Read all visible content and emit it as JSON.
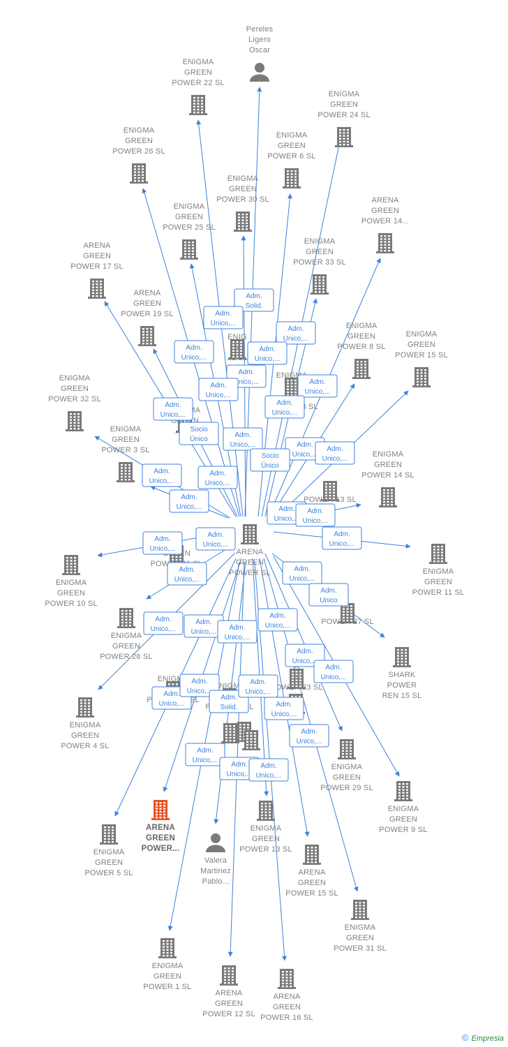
{
  "center": {
    "id": "center",
    "label": [
      "ARENA",
      "GREEN",
      "POWER  SL"
    ]
  },
  "people": [
    {
      "id": "p1",
      "label": [
        "Pereles",
        "Ligero",
        "Oscar"
      ]
    },
    {
      "id": "p2",
      "label": [
        "Valera",
        "Martinez",
        "Pablo..."
      ]
    }
  ],
  "companies": [
    {
      "id": "c22",
      "label": [
        "ENIGMA",
        "GREEN",
        "POWER 22  SL"
      ]
    },
    {
      "id": "c24",
      "label": [
        "ENIGMA",
        "GREEN",
        "POWER 24  SL"
      ]
    },
    {
      "id": "c26",
      "label": [
        "ENIGMA",
        "GREEN",
        "POWER 26  SL"
      ]
    },
    {
      "id": "c6",
      "label": [
        "ENIGMA",
        "GREEN",
        "POWER 6  SL"
      ]
    },
    {
      "id": "c30",
      "label": [
        "ENIGMA",
        "GREEN",
        "POWER 30  SL"
      ]
    },
    {
      "id": "a14a",
      "label": [
        "ARENA",
        "GREEN",
        "POWER 14..."
      ]
    },
    {
      "id": "c25",
      "label": [
        "ENIGMA",
        "GREEN",
        "POWER 25  SL"
      ]
    },
    {
      "id": "a17",
      "label": [
        "ARENA",
        "GREEN",
        "POWER 17  SL"
      ]
    },
    {
      "id": "c33",
      "label": [
        "ENIGMA",
        "GREEN",
        "POWER 33  SL"
      ]
    },
    {
      "id": "a19",
      "label": [
        "ARENA",
        "GREEN",
        "POWER 19  SL"
      ]
    },
    {
      "id": "c8",
      "label": [
        "ENIGMA",
        "GREEN",
        "POWER 8  SL"
      ]
    },
    {
      "id": "c15",
      "label": [
        "ENIGMA",
        "GREEN",
        "POWER 15  SL"
      ]
    },
    {
      "id": "c32",
      "label": [
        "ENIGMA",
        "GREEN",
        "POWER 32  SL"
      ]
    },
    {
      "id": "c3",
      "label": [
        "ENIGMA",
        "GREEN",
        "POWER 3  SL"
      ]
    },
    {
      "id": "c14",
      "label": [
        "ENIGMA",
        "GREEN",
        "POWER 14  SL"
      ]
    },
    {
      "id": "c10",
      "label": [
        "ENIGMA",
        "GREEN",
        "POWER 10  SL"
      ]
    },
    {
      "id": "c11",
      "label": [
        "ENIGMA",
        "GREEN",
        "POWER 11  SL"
      ]
    },
    {
      "id": "c28",
      "label": [
        "ENIGMA",
        "GREEN",
        "POWER 28  SL"
      ]
    },
    {
      "id": "s15",
      "label": [
        "SHARK",
        "POWER",
        "REN 15  SL"
      ]
    },
    {
      "id": "c4",
      "label": [
        "ENIGMA",
        "GREEN",
        "POWER 4  SL"
      ]
    },
    {
      "id": "c29",
      "label": [
        "ENIGMA",
        "GREEN",
        "POWER 29  SL"
      ]
    },
    {
      "id": "c9",
      "label": [
        "ENIGMA",
        "GREEN",
        "POWER 9  SL"
      ]
    },
    {
      "id": "ahl",
      "label": [
        "ARENA",
        "GREEN",
        "POWER..."
      ],
      "highlight": true
    },
    {
      "id": "c5",
      "label": [
        "ENIGMA",
        "GREEN",
        "POWER 5  SL"
      ]
    },
    {
      "id": "c13",
      "label": [
        "ENIGMA",
        "GREEN",
        "POWER 13  SL"
      ]
    },
    {
      "id": "a15",
      "label": [
        "ARENA",
        "GREEN",
        "POWER 15  SL"
      ]
    },
    {
      "id": "c31",
      "label": [
        "ENIGMA",
        "GREEN",
        "POWER 31  SL"
      ]
    },
    {
      "id": "c1",
      "label": [
        "ENIGMA",
        "GREEN",
        "POWER 1  SL"
      ]
    },
    {
      "id": "a12",
      "label": [
        "ARENA",
        "GREEN",
        "POWER 12  SL"
      ]
    },
    {
      "id": "a16",
      "label": [
        "ARENA",
        "GREEN",
        "POWER 16  SL"
      ]
    },
    {
      "id": "m1",
      "label": [
        "ENIG",
        "N",
        "..2  SL"
      ]
    },
    {
      "id": "m2",
      "label": [
        "ENIGMA",
        "",
        "...RA",
        "POWER 18  SL"
      ]
    },
    {
      "id": "m3",
      "label": [
        "ENIGMA",
        "GREEN",
        "...2  SL"
      ]
    },
    {
      "id": "m4",
      "label": [
        "",
        "",
        "POWER 13  SL"
      ]
    },
    {
      "id": "m5",
      "label": [
        "A",
        "GREEN",
        "POWER 11  SL"
      ]
    },
    {
      "id": "m6",
      "label": [
        "",
        "",
        "POWER 27  SL"
      ]
    },
    {
      "id": "m7",
      "label": [
        "ENIGMA",
        "GREEN",
        "POWER 21  SL"
      ]
    },
    {
      "id": "m8",
      "label": [
        "ENIGMA",
        "GREEN",
        "POWER 7  SL"
      ]
    },
    {
      "id": "m9",
      "label": [
        "A",
        "N",
        "POWER 23  SL"
      ]
    },
    {
      "id": "m10",
      "label": []
    },
    {
      "id": "m11",
      "label": []
    },
    {
      "id": "m12",
      "label": []
    },
    {
      "id": "m13",
      "label": []
    }
  ],
  "edge_labels": [
    [
      "Adm.",
      "Solid."
    ],
    [
      "Adm.",
      "Unico,..."
    ],
    [
      "Adm.",
      "Unico,..."
    ],
    [
      "Adm.",
      "Unico,..."
    ],
    [
      "Adm.",
      "Unico,..."
    ],
    [
      "Adm.",
      "Unico,..."
    ],
    [
      "Adm.",
      "Unico,..."
    ],
    [
      "Adm.",
      "Unico,..."
    ],
    [
      "Adm.",
      "Unico,..."
    ],
    [
      "Adm.",
      "Unico,..."
    ],
    [
      "Socio",
      "Único"
    ],
    [
      "Adm.",
      "Unico,..."
    ],
    [
      "Adm.",
      "Unico,..."
    ],
    [
      "Socio",
      "Único"
    ],
    [
      "Adm.",
      "Unico,..."
    ],
    [
      "Adm.",
      "Unico,..."
    ],
    [
      "Adm.",
      "Unico,..."
    ],
    [
      "Adm.",
      "Unico,..."
    ],
    [
      "Adm.",
      "Unico,..."
    ],
    [
      "Adm.",
      "Unico,..."
    ],
    [
      "Adm.",
      "Unico,..."
    ],
    [
      "Adm.",
      "Unico,..."
    ],
    [
      "Adm.",
      "Unico,..."
    ],
    [
      "Adm.",
      "Unico,..."
    ],
    [
      "Adm.",
      "Unico,..."
    ],
    [
      "Adm.",
      "Unico"
    ],
    [
      "Adm.",
      "Unico,..."
    ],
    [
      "Adm.",
      "Unico,..."
    ],
    [
      "Adm.",
      "Unico,..."
    ],
    [
      "Adm.",
      "Unico,..."
    ],
    [
      "Adm.",
      "Unico,..."
    ],
    [
      "Adm.",
      "Unico,..."
    ],
    [
      "Adm.",
      "Unico,..."
    ],
    [
      "Adm.",
      "Unico,..."
    ],
    [
      "Adm.",
      "Solid."
    ],
    [
      "Adm.",
      "Unico,..."
    ],
    [
      "Adm.",
      "Unico,..."
    ],
    [
      "Adm.",
      "Unico,..."
    ],
    [
      "Adm.",
      "Unico,..."
    ],
    [
      "Adm.",
      "Unico,..."
    ],
    [
      "Adm.",
      "Unico,..."
    ]
  ],
  "colors": {
    "edge": "#3c82dc",
    "icon": "#7a7a7a",
    "highlight": "#e8562a"
  },
  "brand": {
    "symbol": "©",
    "name": "Empresia"
  }
}
